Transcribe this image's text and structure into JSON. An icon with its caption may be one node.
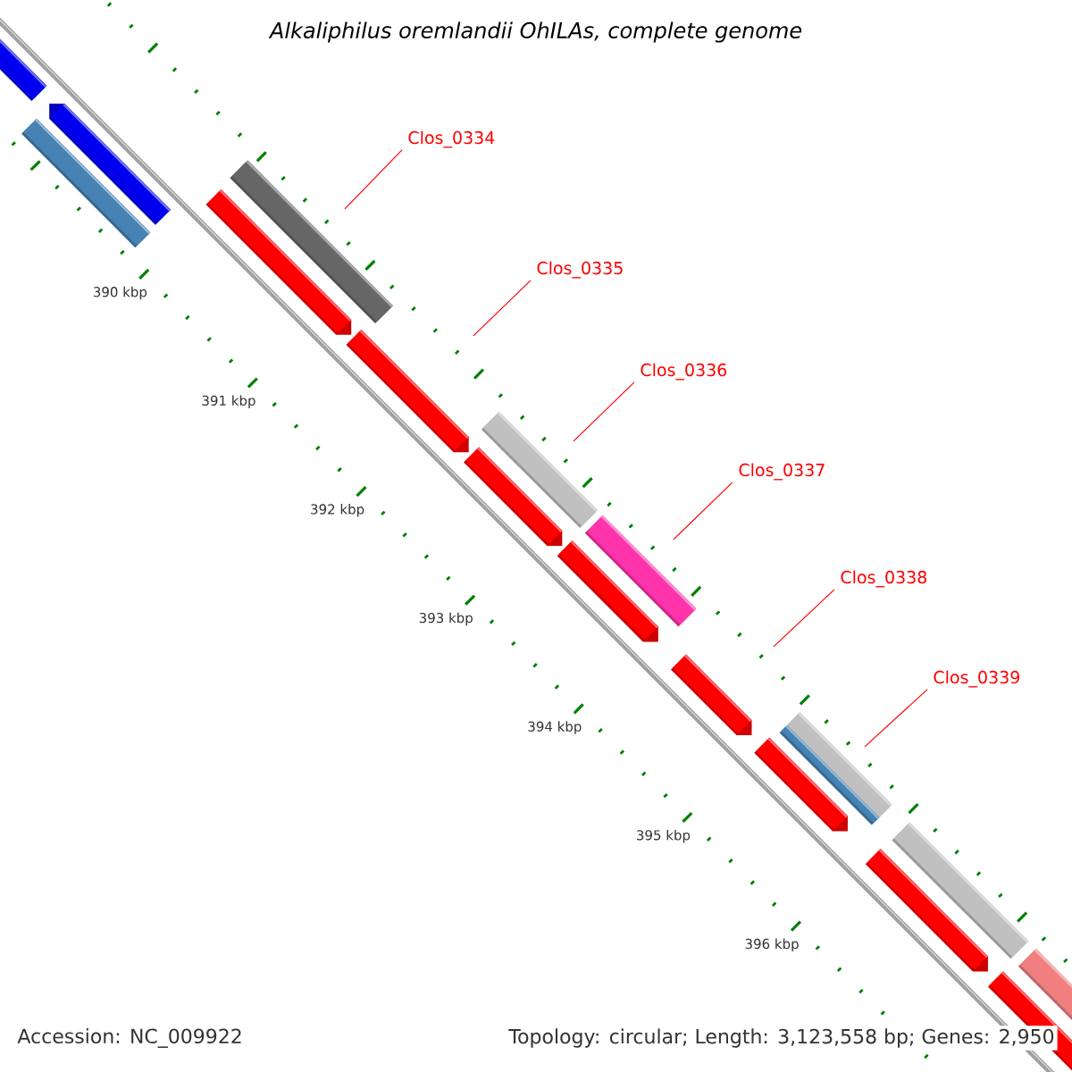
{
  "diagram": {
    "title": "Alkaliphilus oremlandii OhILAs, complete genome",
    "nodes": [
      {
        "text": [
          "Clos_0334"
        ]
      },
      {
        "text": [
          "Clos_0335"
        ]
      },
      {
        "text": [
          "Clos_0336"
        ]
      },
      {
        "text": [
          "Clos_0337"
        ]
      },
      {
        "text": [
          "Clos_0338"
        ]
      },
      {
        "text": [
          "Clos_0339"
        ]
      }
    ],
    "edges": [
      {
        "from": 0,
        "to": null,
        "arrow": "none"
      },
      {
        "from": 1,
        "to": null,
        "arrow": "none"
      },
      {
        "from": 2,
        "to": null,
        "arrow": "none"
      },
      {
        "from": 3,
        "to": null,
        "arrow": "none"
      },
      {
        "from": 4,
        "to": null,
        "arrow": "none"
      },
      {
        "from": 5,
        "to": null,
        "arrow": "none"
      }
    ],
    "labels": [
      "390 kbp",
      "391 kbp",
      "392 kbp",
      "393 kbp",
      "394 kbp",
      "395 kbp",
      "396 kbp",
      "Accession: NC_009922",
      "Topology: circular; Length: 3,123,558 bp; Genes: 2,950"
    ]
  }
}
